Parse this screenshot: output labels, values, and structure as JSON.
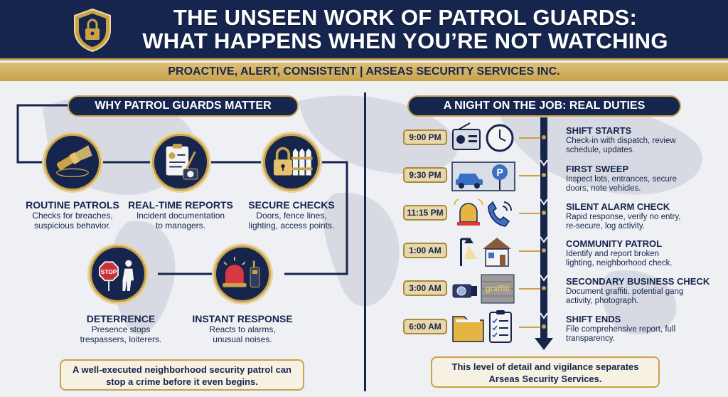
{
  "header": {
    "title_line1": "THE UNSEEN WORK OF PATROL GUARDS:",
    "title_line2": "WHAT HAPPENS WHEN YOU’RE NOT WATCHING",
    "subtitle": "PROACTIVE, ALERT, CONSISTENT  |  ARSEAS SECURITY SERVICES INC."
  },
  "left": {
    "heading": "WHY PATROL GUARDS MATTER",
    "cards": [
      {
        "icon": "flashlight-icon",
        "title": "ROUTINE PATROLS",
        "desc1": "Checks for breaches,",
        "desc2": "suspicious behavior."
      },
      {
        "icon": "clipboard-camera-icon",
        "title": "REAL-TIME REPORTS",
        "desc1": "Incident documentation",
        "desc2": "to managers."
      },
      {
        "icon": "lock-fence-icon",
        "title": "SECURE CHECKS",
        "desc1": "Doors, fence lines,",
        "desc2": "lighting, access points."
      },
      {
        "icon": "stop-sign-icon",
        "title": "DETERRENCE",
        "desc1": "Presence stops",
        "desc2": "trespassers, loiterers."
      },
      {
        "icon": "siren-radio-icon",
        "title": "INSTANT RESPONSE",
        "desc1": "Reacts to alarms,",
        "desc2": "unusual noises."
      }
    ],
    "note_line1": "A well-executed neighborhood security patrol can",
    "note_line2": "stop a crime before it even begins."
  },
  "right": {
    "heading": "A NIGHT ON THE JOB: REAL DUTIES",
    "steps": [
      {
        "time": "9:00 PM",
        "title": "SHIFT STARTS",
        "desc1": "Check-in with dispatch, review",
        "desc2": "schedule, updates.",
        "icon": "radio-clock-icon"
      },
      {
        "time": "9:30 PM",
        "title": "FIRST SWEEP",
        "desc1": "Inspect lots, entrances, secure",
        "desc2": "doors, note vehicles.",
        "icon": "car-parking-icon"
      },
      {
        "time": "11:15 PM",
        "title": "SILENT ALARM CHECK",
        "desc1": "Rapid response, verify no entry,",
        "desc2": "re-secure, log activity.",
        "icon": "bell-phone-icon"
      },
      {
        "time": "1:00 AM",
        "title": "COMMUNITY PATROL",
        "desc1": "Identify and report broken",
        "desc2": "lighting, neighborhood check.",
        "icon": "streetlight-house-icon"
      },
      {
        "time": "3:00 AM",
        "title": "SECONDARY BUSINESS CHECK",
        "desc1": "Document graffiti, potential gang",
        "desc2": "activity, photograph.",
        "icon": "camera-graffiti-icon"
      },
      {
        "time": "6:00 AM",
        "title": "SHIFT ENDS",
        "desc1": "File comprehensive report, full",
        "desc2": "transparency.",
        "icon": "folder-checklist-icon"
      }
    ],
    "graffiti_text": "graffiti",
    "parking_letter": "P",
    "stop_text": "STOP",
    "note_line1": "This level of detail and vigilance separates",
    "note_line2": "Arseas Security Services."
  },
  "colors": {
    "navy": "#16254d",
    "gold": "#c9a24a",
    "cream": "#f6f1e3"
  }
}
